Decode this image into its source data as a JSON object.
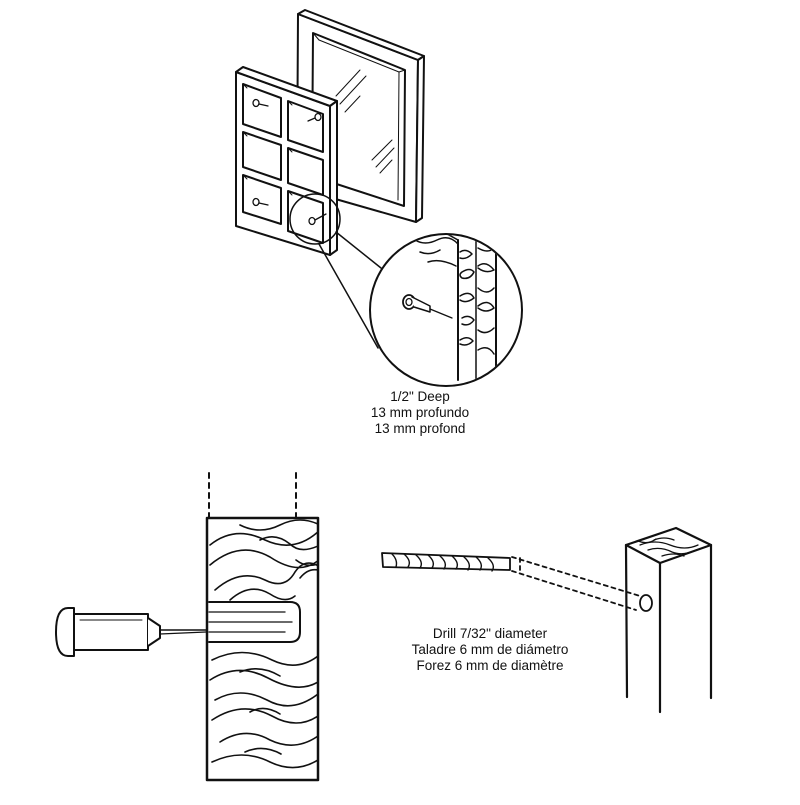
{
  "depth_caption": {
    "line_en": "1/2\" Deep",
    "line_es": "13 mm profundo",
    "line_fr": "13 mm profond"
  },
  "drill_caption": {
    "line_en": "Drill 7/32\" diameter",
    "line_es": "Taladre 6 mm de diámetro",
    "line_fr": "Forez 6 mm de diamètre"
  },
  "colors": {
    "ink": "#111111",
    "paper": "#ffffff"
  }
}
